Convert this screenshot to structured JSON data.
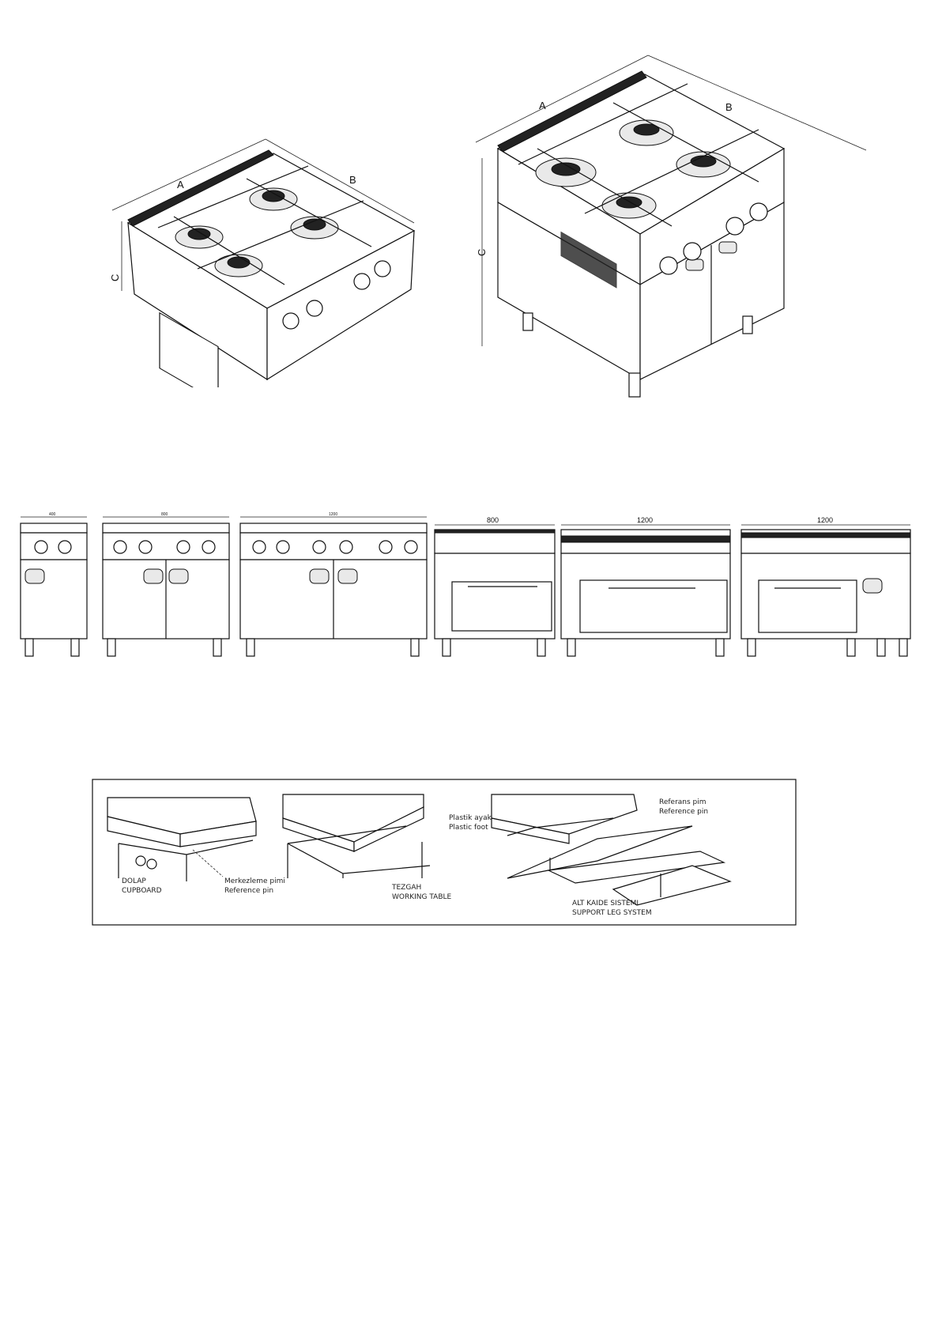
{
  "figure_top": {
    "left_unit": {
      "dim_a": "A",
      "dim_b": "B",
      "dim_c": "C"
    },
    "right_unit": {
      "dim_a": "A",
      "dim_b": "B",
      "dim_c": "C"
    }
  },
  "figure_row": {
    "units": [
      {
        "width_label": "400"
      },
      {
        "width_label": "800"
      },
      {
        "width_label": "1200"
      },
      {
        "width_label": "800"
      },
      {
        "width_label": "1200"
      },
      {
        "width_label": "1200"
      }
    ]
  },
  "figure_install": {
    "panel1": {
      "label1_line1": "DOLAP",
      "label1_line2": "CUPBOARD",
      "label2_line1": "Merkezleme pimi",
      "label2_line2": "Reference pin"
    },
    "panel2": {
      "label1_line1": "Plastik ayak",
      "label1_line2": "Plastic foot",
      "label2_line1": "TEZGAH",
      "label2_line2": "WORKING TABLE"
    },
    "panel3": {
      "label1_line1": "Referans pim",
      "label1_line2": "Reference pin",
      "label2_line1": "ALT KAIDE SISTEMI",
      "label2_line2": "SUPPORT LEG SYSTEM"
    }
  }
}
